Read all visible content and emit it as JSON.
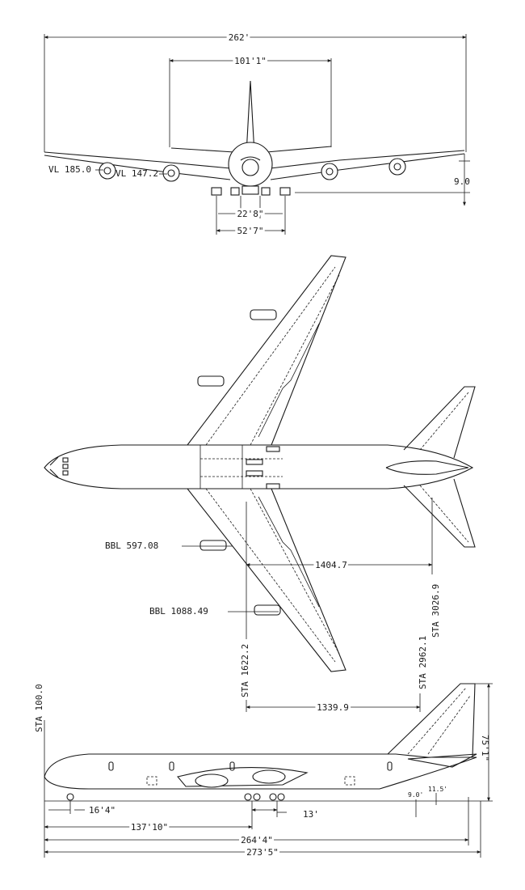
{
  "front_view": {
    "span": "262'",
    "tail_span": "101'1\"",
    "outboard_engine_buttline": "VL 185.0",
    "inboard_engine_buttline": "VL 147.2",
    "dihedral_height": "9.0",
    "inner_gear_track": "22'8\"",
    "outer_gear_track": "52'7\""
  },
  "plan_view": {
    "inboard_engine_buttline": "BBL 597.08",
    "outboard_engine_buttline": "BBL 1088.49",
    "wing_root_to_tail_distance": "1404.7",
    "wing_station": "STA 1622.2",
    "tail_station_1": "STA 2962.1",
    "tail_station_2": "STA 3026.9",
    "wing_to_tail_distance": "1339.9"
  },
  "side_view": {
    "nose_station": "STA 100.0",
    "height": "75'1\"",
    "nose_gear_offset": "16'4\"",
    "main_gear_spacing": "13'",
    "wheelbase": "137'10\"",
    "fuselage_length": "264'4\"",
    "overall_length": "273'5\"",
    "tail_clearance_a": "9.0'",
    "tail_clearance_b": "11.5'"
  }
}
